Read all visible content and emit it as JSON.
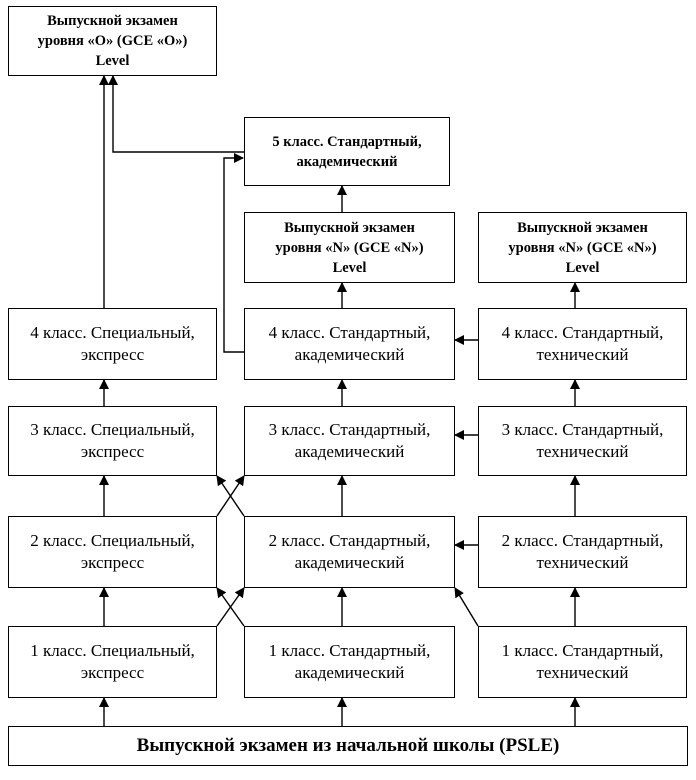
{
  "boxes": {
    "o_level": "Выпускной экзамен\nуровня «О» (GCE «О»)\nLevel",
    "grade5": "5 класс. Стандартный,\nакадемический",
    "n_level_academic": "Выпускной экзамен\nуровня «N» (GCE «N»)\nLevel",
    "n_level_technical": "Выпускной экзамен\nуровня «N» (GCE «N»)\nLevel",
    "express": [
      "1 класс. Специальный,\nэкспресс",
      "2 класс. Специальный,\nэкспресс",
      "3 класс. Специальный,\nэкспресс",
      "4 класс. Специальный,\nэкспресс"
    ],
    "academic": [
      "1 класс. Стандартный,\nакадемический",
      "2 класс. Стандартный,\nакадемический",
      "3 класс. Стандартный,\nакадемический",
      "4 класс. Стандартный,\nакадемический"
    ],
    "technical": [
      "1 класс. Стандартный,\nтехнический",
      "2 класс. Стандартный,\nтехнический",
      "3 класс. Стандартный,\nтехнический",
      "4 класс. Стандартный,\nтехнический"
    ],
    "psle": "Выпускной экзамен из начальной школы (PSLE)"
  }
}
